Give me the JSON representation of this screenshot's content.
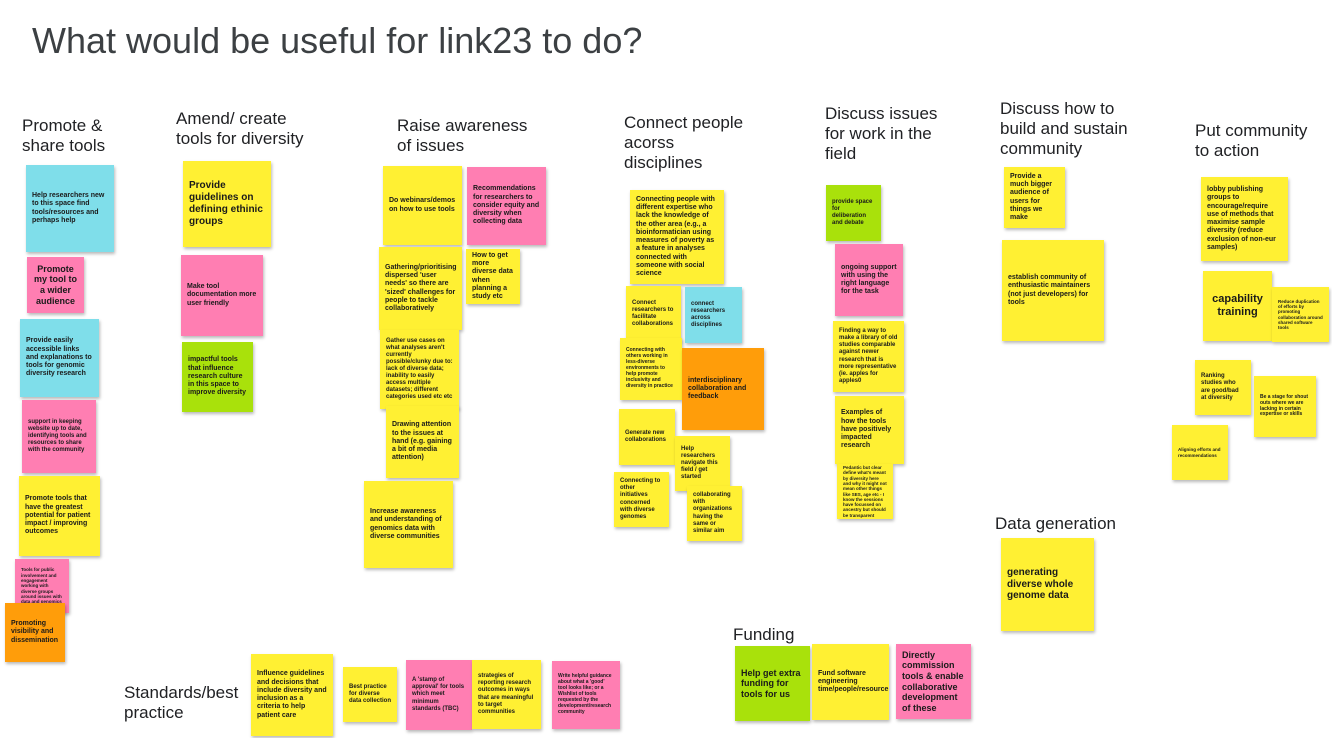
{
  "title": "What would be useful for link23 to do?",
  "colors": {
    "yellow": "#fff033",
    "pink": "#ff7eb2",
    "cyan": "#7fdeea",
    "green": "#a9e10b",
    "orange": "#ff9d0a"
  },
  "headings": {
    "promote": "Promote &\nshare tools",
    "amend": "Amend/ create\ntools for diversity",
    "raise": "Raise awareness\nof issues",
    "connect": "Connect people\nacorss\ndisciplines",
    "discuss_issues": "Discuss issues\nfor work in the\nfield",
    "discuss_build": "Discuss how to\nbuild and sustain\ncommunity",
    "put_community": "Put community\nto action",
    "data_generation": "Data generation",
    "funding": "Funding",
    "standards": "Standards/best\npractice"
  },
  "notes": {
    "promote": [
      "Help researchers new to this space find tools/resources and perhaps help",
      "Promote my tool to a wider audience",
      "Provide easily accessible links and explanations to tools for genomic diversity research",
      "support in keeping website up to date, identifying tools and resources to share with the community",
      "Promote tools that have the greatest potential for patient impact / improving outcomes",
      "Tools for public involvement and engagement working with diverse groups around issues with data and genomics",
      "Promoting visibility and dissemination"
    ],
    "amend": [
      "Provide guidelines on defining ethinic groups",
      "Make tool documentation more user friendly",
      "impactful tools that influence research culture in this space to improve diversity"
    ],
    "raise": [
      "Do webinars/demos on how to use tools",
      "Recommendations for researchers to consider equity and diversity when collecting data",
      "Gathering/prioritising dispersed 'user needs' so there are 'sized' challenges for people to tackle collaboratively",
      "How to get more diverse data when planning a study etc",
      "Gather use cases on what analyses aren't currently possible/clunky due to: lack of diverse data; inability to easily access multiple datasets; different categories used etc etc",
      "Drawing attention to the issues at hand (e.g. gaining a bit of media attention)",
      "Increase awareness and understanding of genomics data with diverse communities"
    ],
    "connect": [
      "Connecting people with different expertise who lack the knowledge of the other area (e.g., a bioinformatician using measures of poverty as a feature in analyses connected with someone with social science",
      "Connect researchers to facilitate collaborations",
      "connect researchers across disciplines",
      "Connecting with others working in less-diverse environments to help promote inclusivity and diversity in practice",
      "interdisciplinary collaboration and feedback",
      "Generate new collaborations",
      "Help researchers navigate this field / get started",
      "Connecting to other initiatives concerned with diverse genomes",
      "collaborating with organizations having the same or similar aim"
    ],
    "discuss_issues": [
      "provide space for deliberation and debate",
      "ongoing support with using the right language for the task",
      "Finding a way to make a library of old studies comparable against newer research that is more representative (ie. apples for apples0",
      "Examples of how the tools have positively impacted research",
      "Pedantic but clear define what's meant by diversity here and why it might not mean other things like SES, age etc - I know the sessions have focussed on ancestry but should be transparent"
    ],
    "discuss_build": [
      "Provide a much bigger audience of users for things we make",
      "establish community of enthusiastic maintainers (not just developers) for tools"
    ],
    "put_community": [
      "lobby publishing groups to encourage/require use of methods that maximise sample diversity (reduce exclusion of non-eur samples)",
      "capability training",
      "Reduce duplication of efforts by promoting collaboration around shared software tools",
      "Ranking studies who are good/bad at diversity",
      "Be a stage for shout outs where we are lacking in certain expertise or skills",
      "Aligning efforts and recommendations"
    ],
    "data_generation": [
      "generating diverse whole genome data"
    ],
    "funding": [
      "Help get extra funding for tools for us",
      "Fund software engineering time/people/resource",
      "Directly commission tools & enable collaborative development of these"
    ],
    "standards": [
      "Influence guidelines and decisions that include diversity and inclusion as a criteria to help patient care",
      "Best practice for diverse data collection",
      "A 'stamp of approval' for tools which meet minimum standards (TBC)",
      "strategies of reporting research outcomes in ways that are meaningful to target communities",
      "Write helpful guidance about what a 'good' tool looks like; or a Wishlist of tools requested by the development/research community"
    ]
  }
}
